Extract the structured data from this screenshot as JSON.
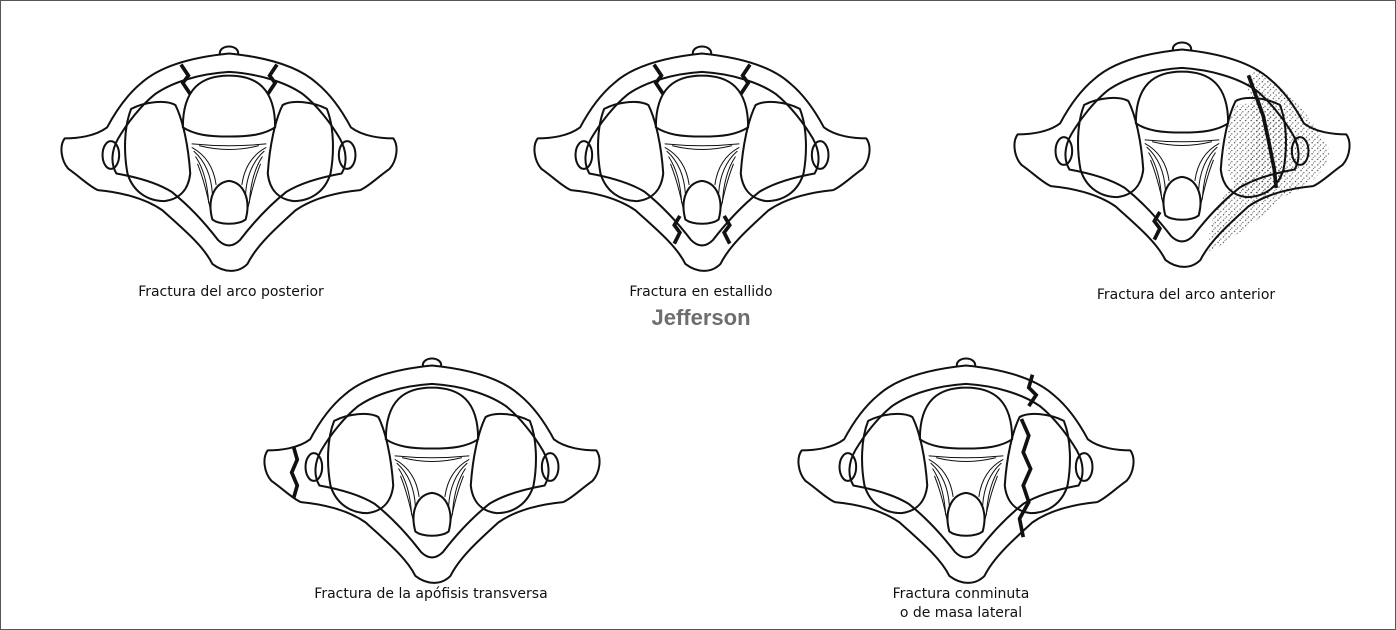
{
  "title": "Jefferson",
  "figures": [
    {
      "name": "posterior-arch",
      "caption": "Fractura del arco posterior"
    },
    {
      "name": "burst",
      "caption": "Fractura en estallido"
    },
    {
      "name": "anterior-arch",
      "caption": "Fractura del arco anterior"
    },
    {
      "name": "transverse-process",
      "caption": "Fractura de la apófisis transversa"
    },
    {
      "name": "comminuted",
      "caption_line1": "Fractura conminuta",
      "caption_line2": "o de masa lateral"
    }
  ]
}
